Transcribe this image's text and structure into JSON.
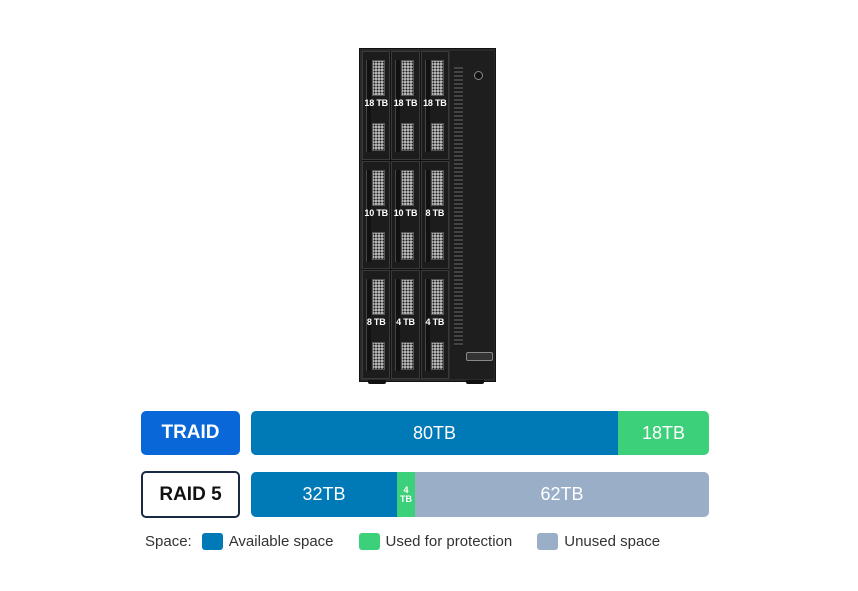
{
  "device": {
    "bays": [
      {
        "capacity": "18 TB"
      },
      {
        "capacity": "18 TB"
      },
      {
        "capacity": "18 TB"
      },
      {
        "capacity": "10 TB"
      },
      {
        "capacity": "10 TB"
      },
      {
        "capacity": "8 TB"
      },
      {
        "capacity": "8 TB"
      },
      {
        "capacity": "4 TB"
      },
      {
        "capacity": "4 TB"
      }
    ]
  },
  "rows": [
    {
      "label": "TRAID",
      "segments": [
        {
          "kind": "available",
          "text": "80TB",
          "value_tb": 80
        },
        {
          "kind": "protection",
          "text": "18TB",
          "value_tb": 18
        }
      ]
    },
    {
      "label": "RAID 5",
      "segments": [
        {
          "kind": "available",
          "text": "32TB",
          "value_tb": 32
        },
        {
          "kind": "protection",
          "text_line1": "4",
          "text_line2": "TB",
          "value_tb": 4
        },
        {
          "kind": "unused",
          "text": "62TB",
          "value_tb": 62
        }
      ]
    }
  ],
  "legend": {
    "title": "Space:",
    "available": "Available space",
    "protection": "Used for protection",
    "unused": "Unused space"
  },
  "colors": {
    "traid_label": "#0a67d8",
    "available": "#0079b7",
    "protection": "#3dd07a",
    "unused": "#9aaec8"
  }
}
